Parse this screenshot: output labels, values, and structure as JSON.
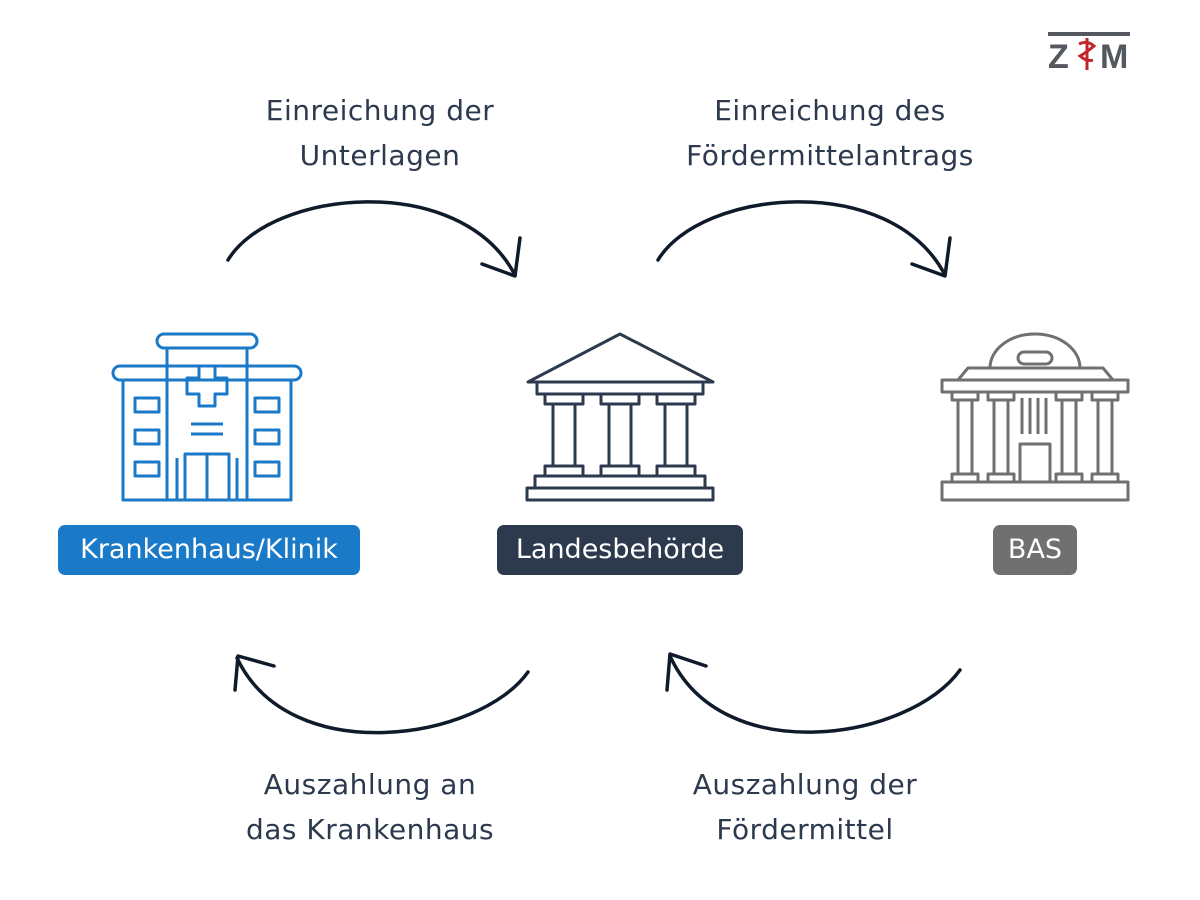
{
  "logo": {
    "left": "Z",
    "right": "M",
    "colors": {
      "letters": "#54595f",
      "symbol": "#c0272d"
    }
  },
  "steps": {
    "top_left": {
      "line1": "Einreichung der",
      "line2": "Unterlagen"
    },
    "top_right": {
      "line1": "Einreichung des",
      "line2": "Fördermittelantrags"
    },
    "bottom_left": {
      "line1": "Auszahlung an",
      "line2": "das Krankenhaus"
    },
    "bottom_right": {
      "line1": "Auszahlung der",
      "line2": "Fördermittel"
    }
  },
  "entities": {
    "hospital": {
      "label": "Krankenhaus/Klinik",
      "color": "#1a7ac8",
      "icon": "hospital-icon"
    },
    "authority": {
      "label": "Landesbehörde",
      "color": "#2d3a4e",
      "icon": "government-building-icon"
    },
    "bas": {
      "label": "BAS",
      "color": "#707070",
      "icon": "domed-building-icon"
    }
  },
  "colors": {
    "text": "#2d3a4e",
    "arrow": "#0f1b2a",
    "background": "#ffffff"
  }
}
